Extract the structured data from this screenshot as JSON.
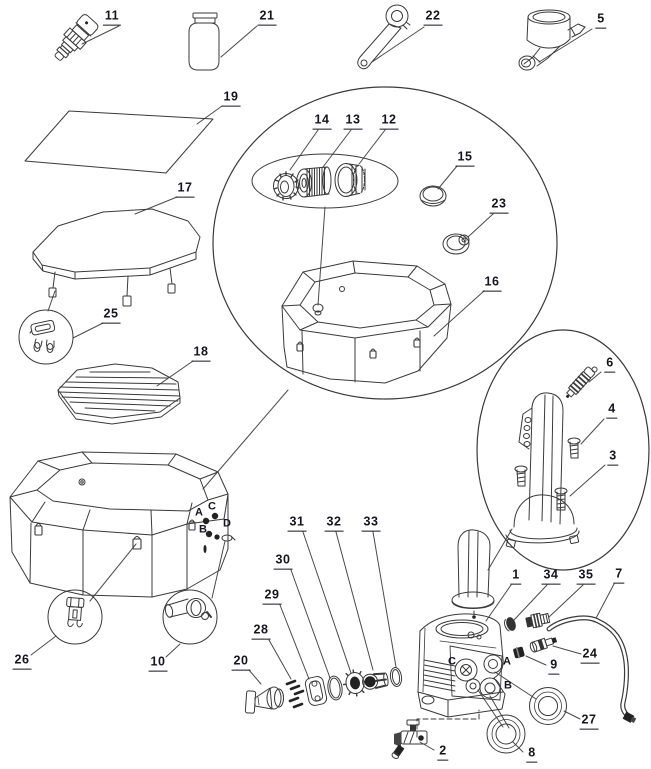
{
  "figure": {
    "type": "exploded-parts-diagram"
  },
  "canvas": {
    "background": "#ffffff",
    "line_color": "#3a3a3a",
    "label_color": "#15151f"
  },
  "callouts": {
    "n1": "1",
    "n2": "2",
    "n3": "3",
    "n4": "4",
    "n5": "5",
    "n6": "6",
    "n7": "7",
    "n8": "8",
    "n9": "9",
    "n10": "10",
    "n11": "11",
    "n12": "12",
    "n13": "13",
    "n14": "14",
    "n15": "15",
    "n16": "16",
    "n17": "17",
    "n18": "18",
    "n19": "19",
    "n20": "20",
    "n21": "21",
    "n22": "22",
    "n23": "23",
    "n24": "24",
    "n25": "25",
    "n26": "26",
    "n27": "27",
    "n28": "28",
    "n29": "29",
    "n30": "30",
    "n31": "31",
    "n32": "32",
    "n33": "33",
    "n34": "34",
    "n35": "35"
  },
  "ports": {
    "tub_a": "A",
    "tub_b": "B",
    "tub_c": "C",
    "tub_d": "D",
    "pump_a": "A",
    "pump_b": "B",
    "pump_c": "C"
  }
}
